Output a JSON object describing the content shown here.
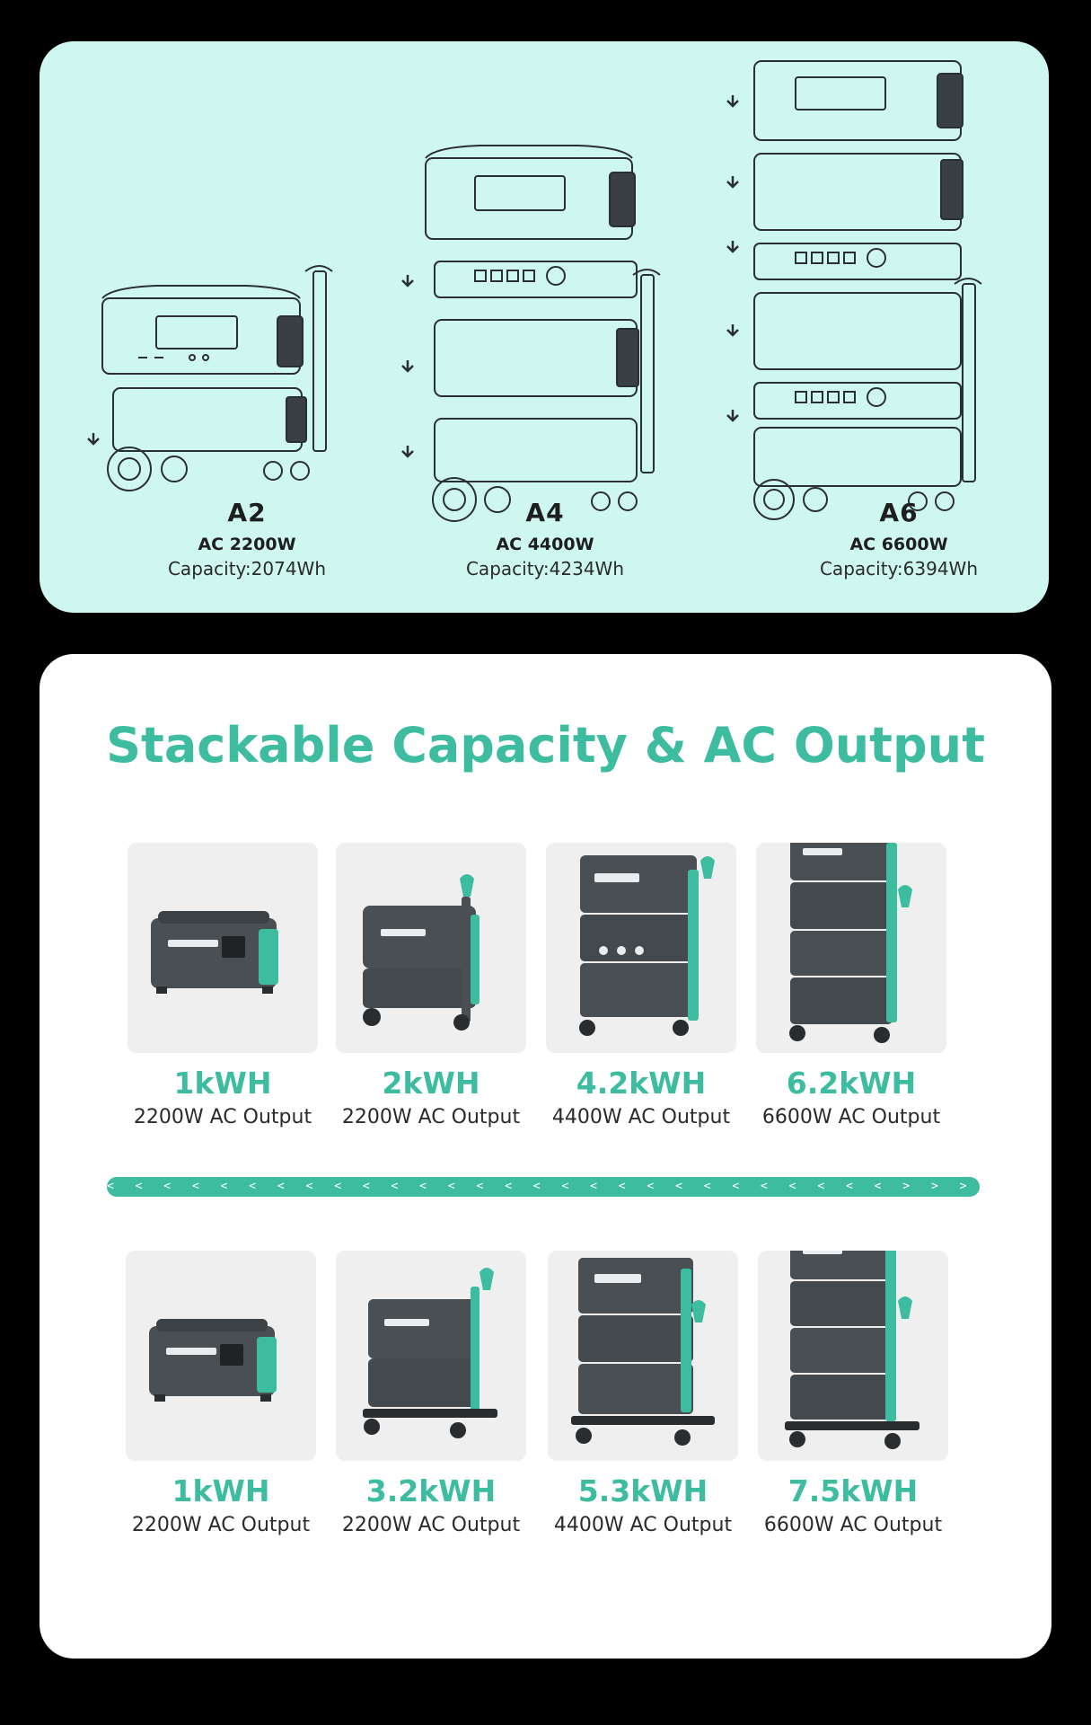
{
  "top": {
    "configs": [
      {
        "name": "A2",
        "ac": "AC 2200W",
        "capacity": "Capacity:2074Wh"
      },
      {
        "name": "A4",
        "ac": "AC 4400W",
        "capacity": "Capacity:4234Wh"
      },
      {
        "name": "A6",
        "ac": "AC 6600W",
        "capacity": "Capacity:6394Wh"
      }
    ]
  },
  "headline": "Stackable Capacity & AC Output",
  "row1": [
    {
      "kwh": "1kWH",
      "output": "2200W AC Output"
    },
    {
      "kwh": "2kWH",
      "output": "2200W AC Output"
    },
    {
      "kwh": "4.2kWH",
      "output": "4400W AC Output"
    },
    {
      "kwh": "6.2kWH",
      "output": "6600W AC Output"
    }
  ],
  "divider": "< < < < < < < < < < < < < < < < < < < < < < < < < < < < > > > > > > > > > > > > > > > > > > > > > > > > > > > >",
  "row2": [
    {
      "kwh": "1kWH",
      "output": "2200W AC Output"
    },
    {
      "kwh": "3.2kWH",
      "output": "2200W AC Output"
    },
    {
      "kwh": "5.3kWH",
      "output": "4400W AC Output"
    },
    {
      "kwh": "7.5kWH",
      "output": "6600W AC Output"
    }
  ],
  "colors": {
    "accent": "#3dbca0",
    "top_bg": "#cdf7ef",
    "outline": "#2a2f33"
  }
}
